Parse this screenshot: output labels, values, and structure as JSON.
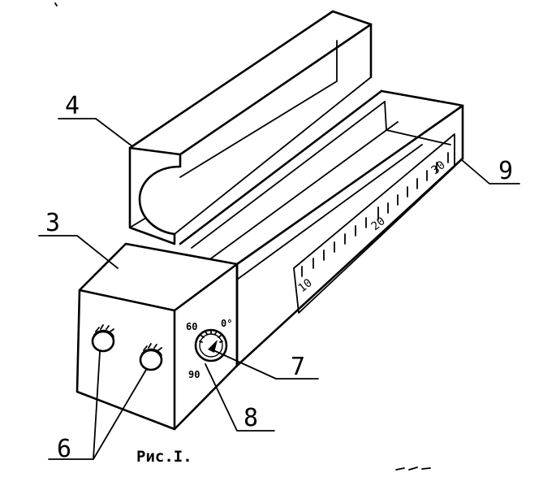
{
  "callouts": {
    "c3": "3",
    "c4": "4",
    "c6": "6",
    "c7": "7",
    "c8": "8",
    "c9": "9"
  },
  "scale": {
    "s10": "10",
    "s20": "20",
    "s30": "30"
  },
  "dial": {
    "d0": "0°",
    "d60": "60",
    "d90": "90"
  },
  "caption": "Рис.I."
}
